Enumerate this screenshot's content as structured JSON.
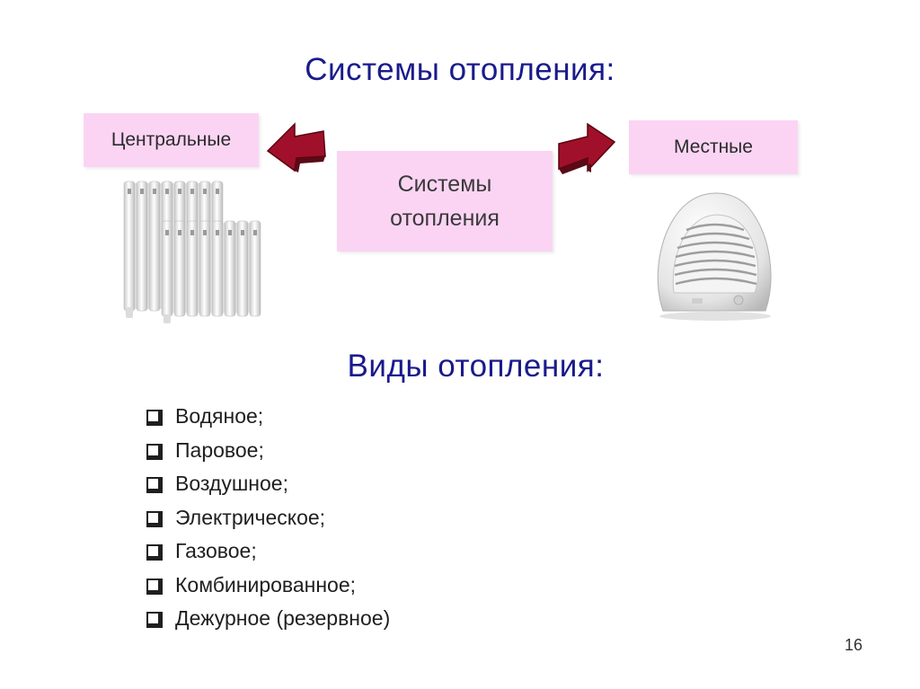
{
  "title": "Системы отопления:",
  "diagram": {
    "left_label": "Центральные",
    "right_label": "Местные",
    "center_line1": "Системы",
    "center_line2": "отопления"
  },
  "colors": {
    "box_fill": "#fbd4f4",
    "arrow": "#a0102a",
    "heading": "#1a1a8c"
  },
  "subtitle": "Виды отопления:",
  "types": [
    "Водяное;",
    "Паровое;",
    "Воздушное;",
    "Электрическое;",
    "Газовое;",
    "Комбинированное;",
    "Дежурное (резервное)"
  ],
  "page_number": "16"
}
